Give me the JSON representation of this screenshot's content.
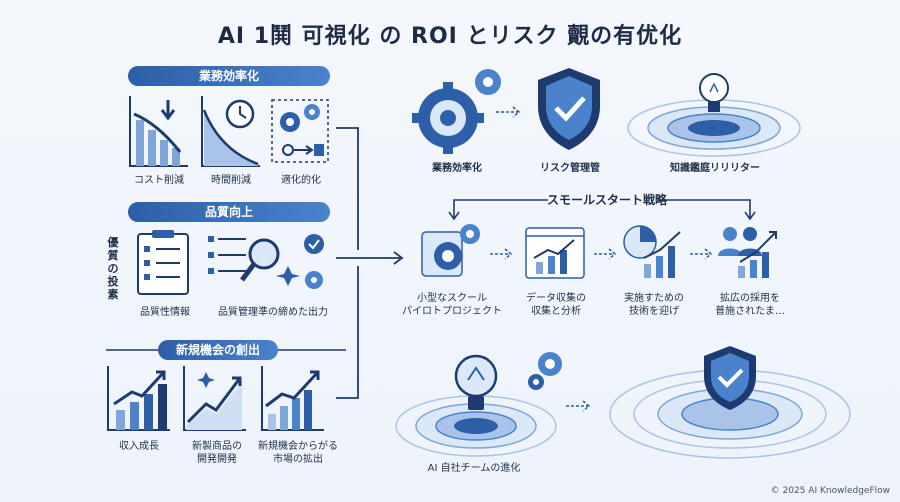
{
  "title": "AI 1鬨 可視化 の ROI とリスク 覿の有优化",
  "left": {
    "efficiency": {
      "header": "業務効率化",
      "items": [
        "コスト削減",
        "時間削減",
        "適化的化"
      ]
    },
    "quality": {
      "header": "品質向上",
      "side_label": "優質の投素",
      "items": [
        "品質性情報",
        "品質管理準の締めた出力"
      ]
    },
    "newbiz": {
      "header": "新規機会の創出",
      "items": [
        "収入成長",
        "新製商品の\n開発開発",
        "新規機会からがる\n市場の拡出"
      ]
    }
  },
  "right": {
    "top": [
      "業務効率化",
      "リスク管理管",
      "知識鑑庭リリリター"
    ],
    "strategy_title": "スモールスタート戦略",
    "steps": [
      "小型なスクール\nパイロトプロジェクト",
      "データ収集の\n収集と分析",
      "実施すための\n技術を迎げ",
      "拡広の採用を\n普施されたま…"
    ],
    "bottom_caption": "AI 自社チームの進化"
  },
  "footer": "© 2025 AI KnowledgeFlow",
  "colors": {
    "accent": "#2c5fa8",
    "light": "#cfe0f5",
    "dark": "#1e3a6e"
  }
}
